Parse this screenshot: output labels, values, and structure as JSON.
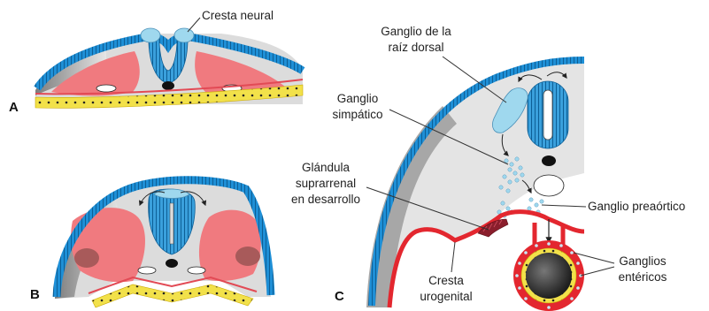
{
  "figure": {
    "panels": {
      "a": "A",
      "b": "B",
      "c": "C"
    },
    "labels": {
      "cresta_neural": "Cresta neural",
      "ganglio_raiz_dorsal_1": "Ganglio de la",
      "ganglio_raiz_dorsal_2": "raíz dorsal",
      "ganglio_simpatico_1": "Ganglio",
      "ganglio_simpatico_2": "simpático",
      "glandula_1": "Glándula",
      "glandula_2": "suprarrenal",
      "glandula_3": "en desarrollo",
      "ganglio_preaortico": "Ganglio preaórtico",
      "ganglios_entericos_1": "Ganglios",
      "ganglios_entericos_2": "entéricos",
      "cresta_urogenital_1": "Cresta",
      "cresta_urogenital_2": "urogenital"
    },
    "colors": {
      "ectoderm": "#1e8fd6",
      "neural_tube": "#3aa0dc",
      "crest": "#9fd8ee",
      "somite": "#f07a7f",
      "endoderm": "#f2e14a",
      "mesenchyme": "#dcdcdc",
      "gray_shade": "#8f8f8f",
      "adrenal": "#8a1e2c",
      "gut_wall": "#e3272f",
      "lumen": "#333333"
    }
  }
}
